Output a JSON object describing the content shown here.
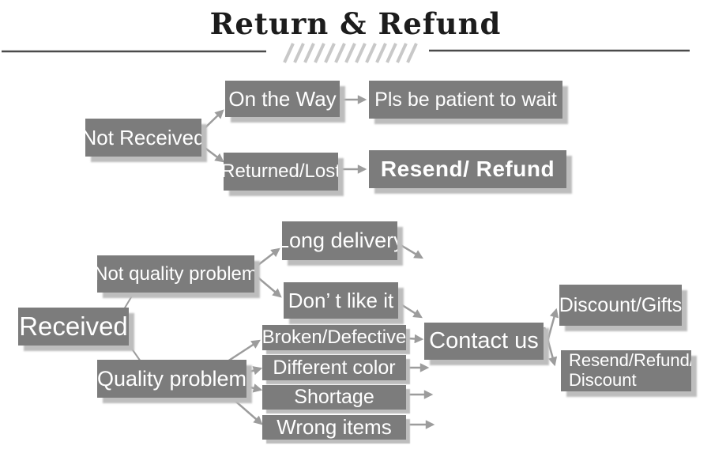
{
  "header": {
    "title": "Return & Refund"
  },
  "flowchart": {
    "not_received": "Not Received",
    "on_the_way": "On the Way",
    "pls_wait": "Pls be patient to wait",
    "returned_lost": "Returned/Lost",
    "resend_refund": "Resend/ Refund",
    "received": "Received",
    "not_quality_problem": "Not quality problem",
    "long_delivery": "Long delivery",
    "dont_like_it": "Don’ t like it",
    "quality_problem": "Quality problem",
    "broken_defective": "Broken/Defective",
    "different_color": "Different color",
    "shortage": "Shortage",
    "wrong_items": "Wrong items",
    "contact_us": "Contact us",
    "discount_gifts": "Discount/Gifts",
    "resend_refund_discount": "Resend/Refund/\nDiscount"
  },
  "edges": [
    {
      "from": "not_received",
      "to": "on_the_way",
      "style": "arrow"
    },
    {
      "from": "not_received",
      "to": "returned_lost",
      "style": "arrow"
    },
    {
      "from": "on_the_way",
      "to": "pls_wait",
      "style": "arrow"
    },
    {
      "from": "returned_lost",
      "to": "resend_refund",
      "style": "arrow"
    },
    {
      "from": "received",
      "to": "not_quality_problem",
      "style": "line"
    },
    {
      "from": "received",
      "to": "quality_problem",
      "style": "line"
    },
    {
      "from": "not_quality_problem",
      "to": "long_delivery",
      "style": "arrow"
    },
    {
      "from": "not_quality_problem",
      "to": "dont_like_it",
      "style": "arrow"
    },
    {
      "from": "long_delivery",
      "to": "open",
      "style": "arrow"
    },
    {
      "from": "dont_like_it",
      "to": "contact_us",
      "style": "arrow"
    },
    {
      "from": "quality_problem",
      "to": "broken_defective",
      "style": "arrow"
    },
    {
      "from": "quality_problem",
      "to": "different_color",
      "style": "arrow"
    },
    {
      "from": "quality_problem",
      "to": "shortage",
      "style": "arrow"
    },
    {
      "from": "quality_problem",
      "to": "wrong_items",
      "style": "arrow"
    },
    {
      "from": "broken_defective",
      "to": "contact_us",
      "style": "arrow"
    },
    {
      "from": "different_color",
      "to": "open",
      "style": "arrow"
    },
    {
      "from": "shortage",
      "to": "open",
      "style": "arrow"
    },
    {
      "from": "wrong_items",
      "to": "open",
      "style": "arrow"
    },
    {
      "from": "contact_us",
      "to": "discount_gifts",
      "style": "arrow"
    },
    {
      "from": "contact_us",
      "to": "resend_refund_discount",
      "style": "arrow"
    }
  ],
  "colors": {
    "background": "#ffffff",
    "box_fill": "#7c7c7c",
    "box_text": "#ffffff",
    "box_shadow": "#bdbdbd",
    "arrow": "#9c9c9c",
    "title_ink": "#1c1c1c",
    "rule": "#4a4a4a",
    "hatch": "#c8c8c8"
  }
}
